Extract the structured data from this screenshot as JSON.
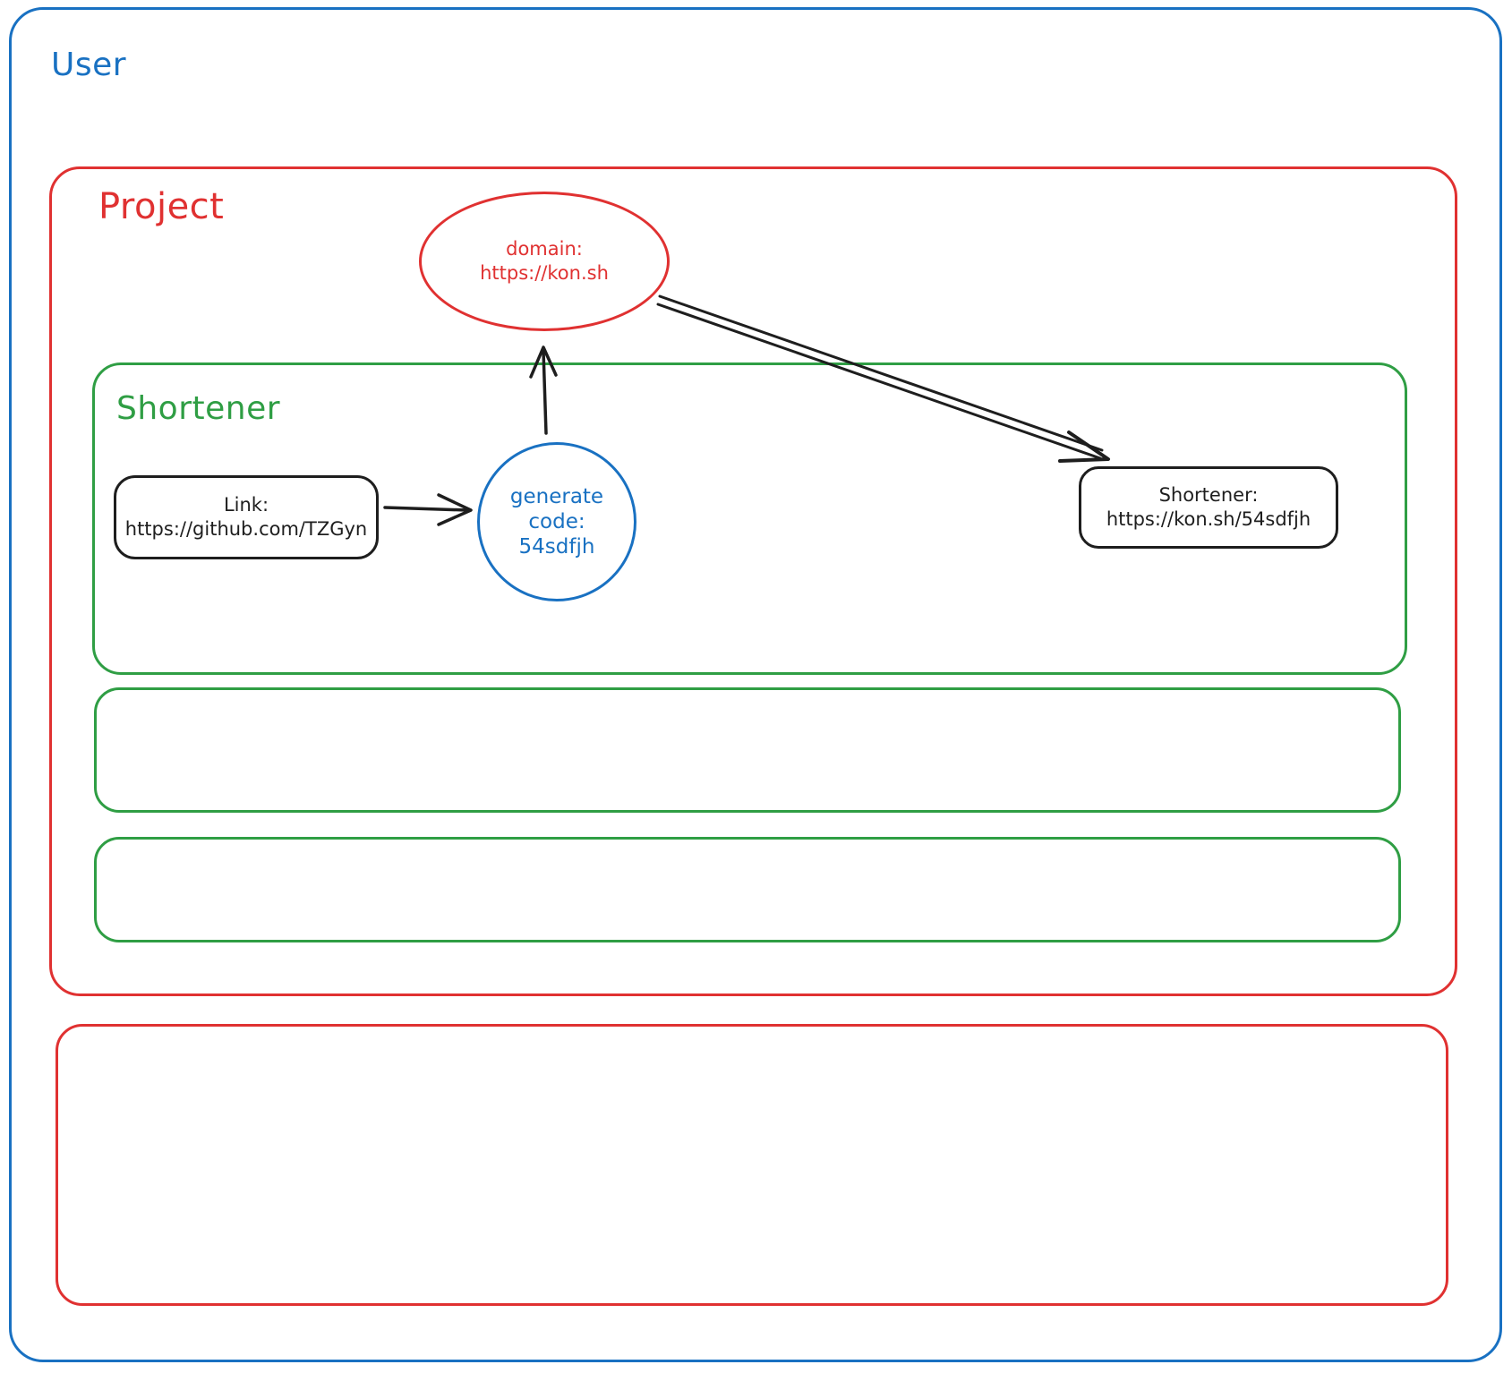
{
  "diagram": {
    "user": {
      "label": "User"
    },
    "project": {
      "label": "Project"
    },
    "shortener": {
      "label": "Shortener"
    },
    "link_node": {
      "line1": "Link:",
      "line2": "https://github.com/TZGyn"
    },
    "generate_node": {
      "line1": "generate",
      "line2": "code:",
      "line3": "54sdfjh"
    },
    "domain_node": {
      "line1": "domain:",
      "line2": "https://kon.sh"
    },
    "result_node": {
      "line1": "Shortener:",
      "line2": "https://kon.sh/54sdfjh"
    },
    "colors": {
      "user_border": "#1971c2",
      "project_border": "#e03131",
      "shortener_border": "#2f9e44",
      "node_stroke": "#1e1e1e",
      "generate_circle": "#1971c2",
      "domain_ellipse": "#e03131",
      "arrow": "#1e1e1e",
      "background": "#ffffff"
    }
  }
}
